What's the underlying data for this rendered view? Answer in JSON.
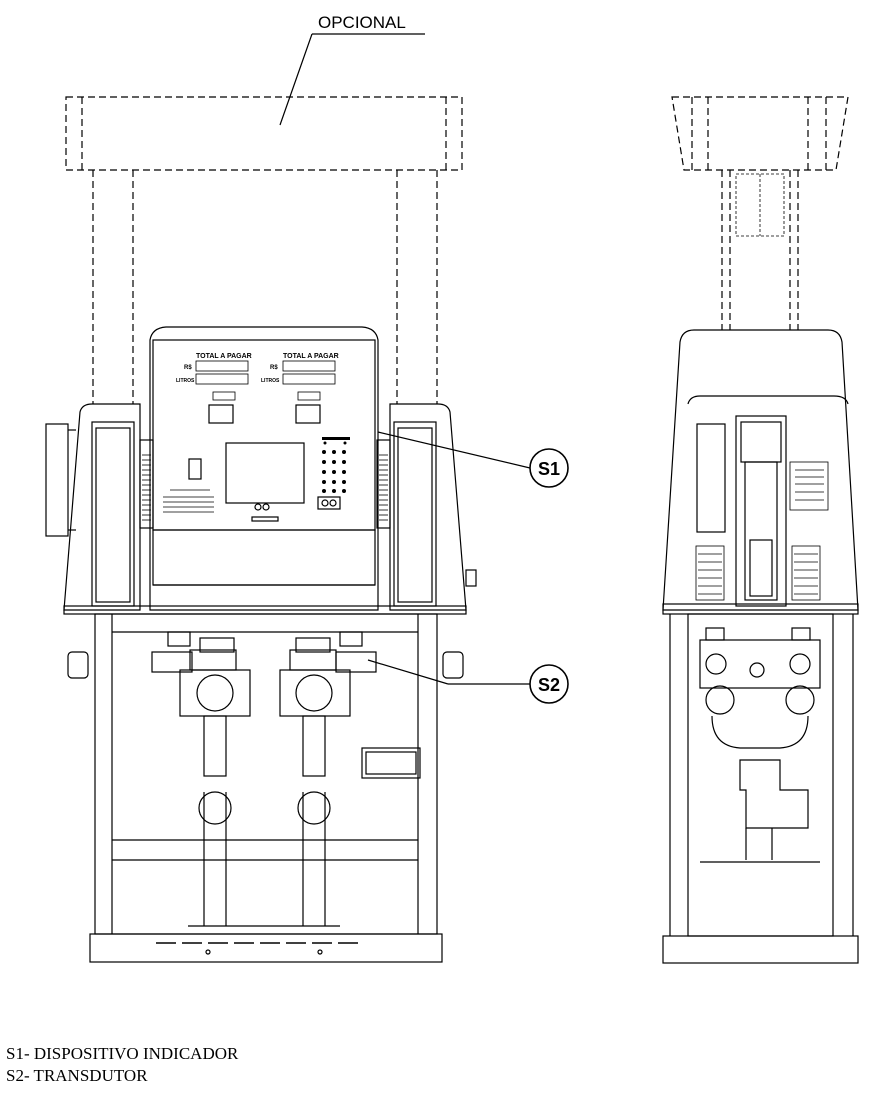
{
  "drawing": {
    "optional_label": "OPCIONAL",
    "callouts": [
      {
        "id": "S1",
        "label": "S1"
      },
      {
        "id": "S2",
        "label": "S2"
      }
    ],
    "display_panel": {
      "total_heading_left": "TOTAL A PAGAR",
      "total_heading_right": "TOTAL A PAGAR",
      "currency_label_left": "R$",
      "currency_label_right": "R$",
      "liters_label_left": "LITROS",
      "liters_label_right": "LITROS"
    }
  },
  "legend": {
    "items": [
      "S1- DISPOSITIVO INDICADOR",
      "S2- TRANSDUTOR"
    ]
  }
}
